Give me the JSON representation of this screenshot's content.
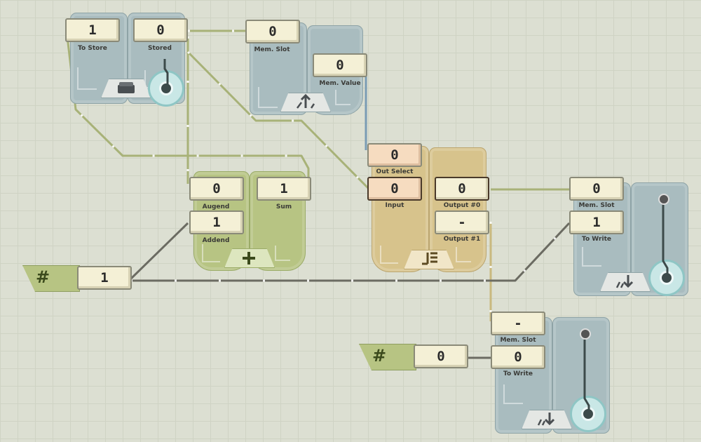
{
  "store_node": {
    "to_store": {
      "value": "1",
      "label": "To Store"
    },
    "stored": {
      "value": "0",
      "label": "Stored"
    },
    "icon": "box-icon"
  },
  "read_node": {
    "mem_slot": {
      "value": "0",
      "label": "Mem. Slot"
    },
    "mem_value": {
      "value": "0",
      "label": "Mem. Value"
    },
    "icon": "read-arrow-icon"
  },
  "add_node": {
    "augend": {
      "value": "0",
      "label": "Augend"
    },
    "sum": {
      "value": "1",
      "label": "Sum"
    },
    "addend": {
      "value": "1",
      "label": "Addend"
    },
    "icon": "plus-icon"
  },
  "demux_node": {
    "out_select": {
      "value": "0",
      "label": "Out Select"
    },
    "input": {
      "value": "0",
      "label": "Input"
    },
    "output0": {
      "value": "0",
      "label": "Output #0"
    },
    "output1": {
      "value": "-",
      "label": "Output #1"
    },
    "icon": "demux-icon"
  },
  "write_node_1": {
    "mem_slot": {
      "value": "0",
      "label": "Mem. Slot"
    },
    "to_write": {
      "value": "1",
      "label": "To Write"
    },
    "icon": "write-arrow-icon"
  },
  "write_node_2": {
    "mem_slot": {
      "value": "-",
      "label": "Mem. Slot"
    },
    "to_write": {
      "value": "0",
      "label": "To Write"
    },
    "icon": "write-arrow-icon"
  },
  "const_1": {
    "value": "1",
    "icon": "hash-icon"
  },
  "const_2": {
    "value": "0",
    "icon": "hash-icon"
  },
  "colors": {
    "background": "#dcdfd2",
    "wire_green": "#a8b278",
    "wire_gray": "#6b6b62",
    "wire_blue": "#7a9cb4",
    "wire_tan": "#c9b97f"
  }
}
